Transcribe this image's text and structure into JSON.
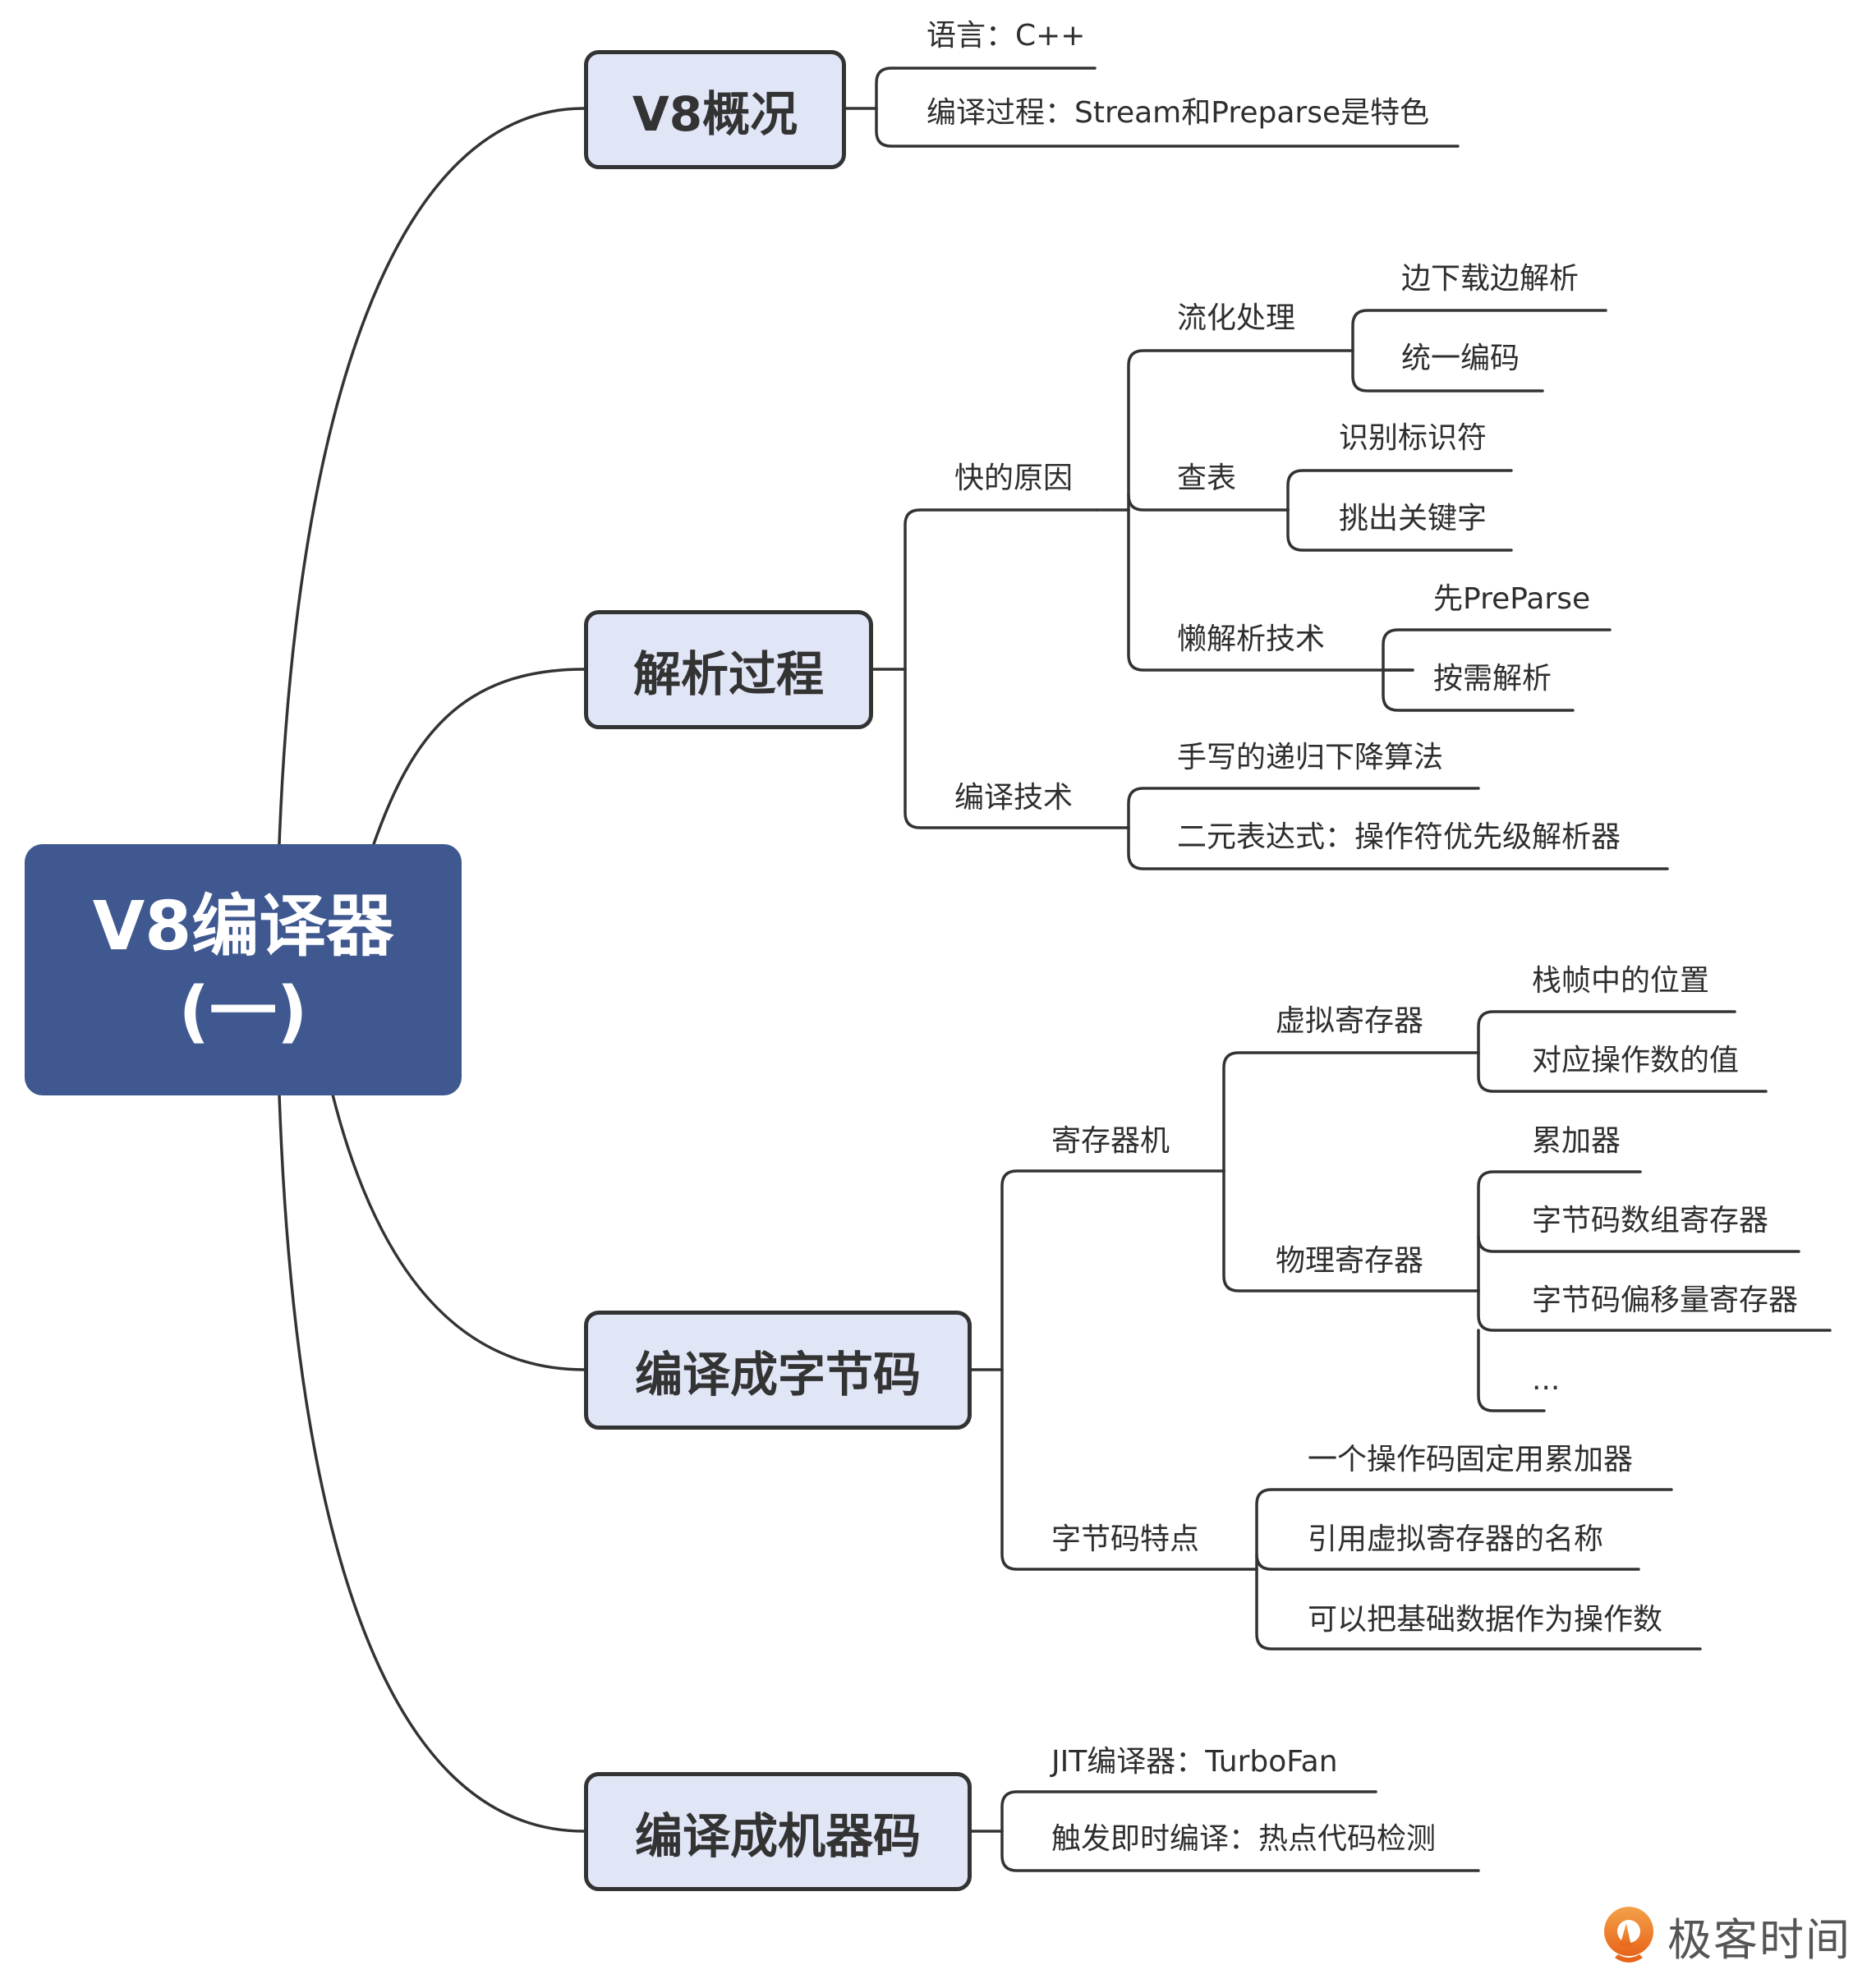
{
  "root": {
    "title_line1": "V8编译器",
    "title_line2": "(一)",
    "color": "#3f5890"
  },
  "branches": [
    {
      "label": "V8概况",
      "children": [
        {
          "label": "语言：C++"
        },
        {
          "label": "编译过程：Stream和Preparse是特色"
        }
      ]
    },
    {
      "label": "解析过程",
      "children": [
        {
          "label": "快的原因",
          "children": [
            {
              "label": "流化处理",
              "children": [
                {
                  "label": "边下载边解析"
                },
                {
                  "label": "统一编码"
                }
              ]
            },
            {
              "label": "查表",
              "children": [
                {
                  "label": "识别标识符"
                },
                {
                  "label": "挑出关键字"
                }
              ]
            },
            {
              "label": "懒解析技术",
              "children": [
                {
                  "label": "先PreParse"
                },
                {
                  "label": "按需解析"
                }
              ]
            }
          ]
        },
        {
          "label": "编译技术",
          "children": [
            {
              "label": "手写的递归下降算法"
            },
            {
              "label": "二元表达式：操作符优先级解析器"
            }
          ]
        }
      ]
    },
    {
      "label": "编译成字节码",
      "children": [
        {
          "label": "寄存器机",
          "children": [
            {
              "label": "虚拟寄存器",
              "children": [
                {
                  "label": "栈帧中的位置"
                },
                {
                  "label": "对应操作数的值"
                }
              ]
            },
            {
              "label": "物理寄存器",
              "children": [
                {
                  "label": "累加器"
                },
                {
                  "label": "字节码数组寄存器"
                },
                {
                  "label": "字节码偏移量寄存器"
                },
                {
                  "label": "..."
                }
              ]
            }
          ]
        },
        {
          "label": "字节码特点",
          "children": [
            {
              "label": "一个操作码固定用累加器"
            },
            {
              "label": "引用虚拟寄存器的名称"
            },
            {
              "label": "可以把基础数据作为操作数"
            }
          ]
        }
      ]
    },
    {
      "label": "编译成机器码",
      "children": [
        {
          "label": "JIT编译器：TurboFan"
        },
        {
          "label": "触发即时编译：热点代码检测"
        }
      ]
    }
  ],
  "watermark": {
    "text": "极客时间",
    "accent": "#f07a22"
  }
}
